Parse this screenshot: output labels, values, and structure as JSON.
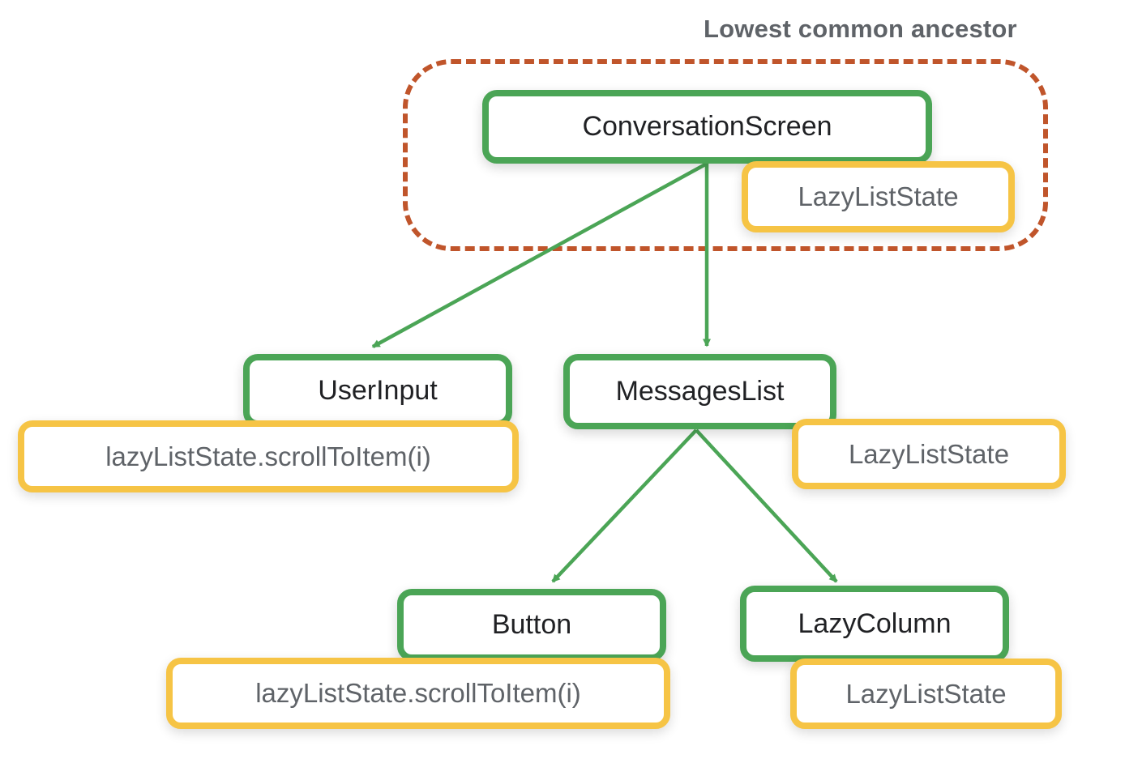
{
  "diagram": {
    "title": "Lowest common ancestor",
    "nodes": {
      "conversation_screen": {
        "label": "ConversationScreen"
      },
      "user_input": {
        "label": "UserInput"
      },
      "messages_list": {
        "label": "MessagesList"
      },
      "button": {
        "label": "Button"
      },
      "lazy_column": {
        "label": "LazyColumn"
      }
    },
    "state_badges": {
      "hoisted_state": {
        "label": "LazyListState"
      },
      "messages_list_state": {
        "label": "LazyListState"
      },
      "lazy_column_state": {
        "label": "LazyListState"
      },
      "user_input_call": {
        "label": "lazyListState.scrollToItem(i)"
      },
      "button_call": {
        "label": "lazyListState.scrollToItem(i)"
      }
    },
    "edges": [
      {
        "from": "ConversationScreen",
        "to": "UserInput"
      },
      {
        "from": "ConversationScreen",
        "to": "MessagesList"
      },
      {
        "from": "MessagesList",
        "to": "Button"
      },
      {
        "from": "MessagesList",
        "to": "LazyColumn"
      }
    ],
    "colors": {
      "node_border_green": "#4ba556",
      "badge_border_yellow": "#f6c445",
      "lca_dashed_orange": "#c0552b",
      "badge_text_gray": "#5f6368",
      "node_text_black": "#202124",
      "background": "#ffffff"
    }
  }
}
